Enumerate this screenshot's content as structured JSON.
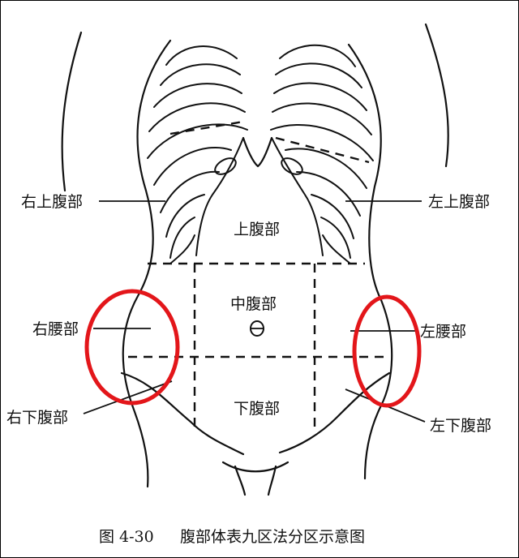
{
  "regions": {
    "right_upper": "右上腹部",
    "left_upper": "左上腹部",
    "upper": "上腹部",
    "middle": "中腹部",
    "right_lumbar": "右腰部",
    "left_lumbar": "左腰部",
    "right_lower": "右下腹部",
    "left_lower": "左下腹部",
    "lower": "下腹部"
  },
  "caption": {
    "figure_no": "图 4-30",
    "title": "腹部体表九区法分区示意图"
  },
  "colors": {
    "line": "#111111",
    "highlight": "#e3161a",
    "background": "#ffffff"
  }
}
